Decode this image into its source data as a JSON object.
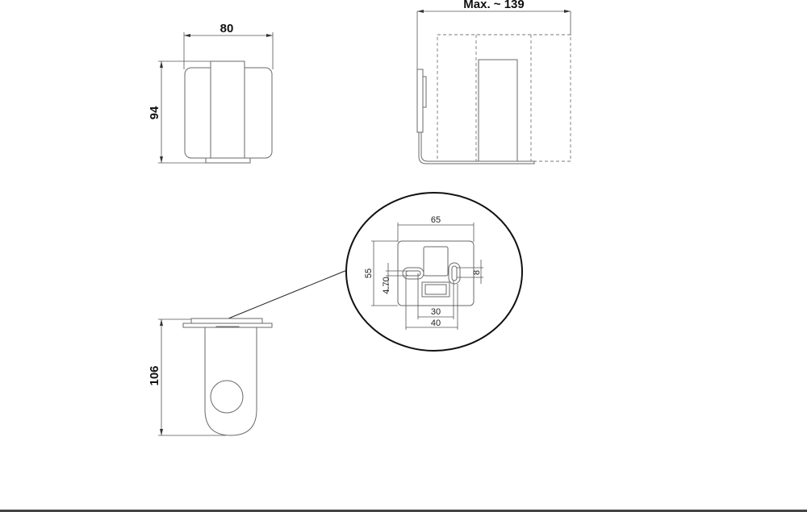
{
  "views": {
    "front": {
      "width_label": "80",
      "height_label": "94"
    },
    "side": {
      "depth_label": "Max. ~ 139"
    },
    "bottom": {
      "height_label": "106"
    },
    "detail": {
      "plate_width_label": "65",
      "plate_height_label": "55",
      "slot_width_label": "4.70",
      "slot_height_label": "8",
      "inner_spacing_label": "30",
      "outer_spacing_label": "40"
    }
  },
  "colors": {
    "line": "#555555",
    "outline": "#111111",
    "background": "#ffffff"
  }
}
